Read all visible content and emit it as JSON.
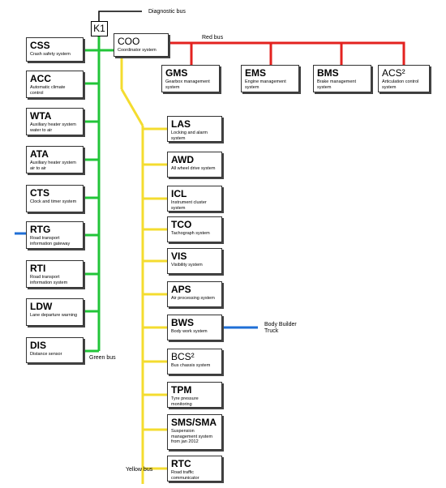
{
  "diagnostic_bus": {
    "label": "Diagnostic bus"
  },
  "gateway": {
    "label": "K1"
  },
  "buses": {
    "red": {
      "label": "Red bus",
      "color": "#e3221f"
    },
    "green": {
      "label": "Green bus",
      "color": "#22c538"
    },
    "yellow": {
      "label": "Yellow bus",
      "color": "#f4dc2f"
    },
    "blue": {
      "color": "#1f6fd6"
    }
  },
  "coordinator": {
    "code": "COO",
    "desc": "Coordinator system"
  },
  "red_units": [
    {
      "code": "GMS",
      "desc": "Gearbox management system"
    },
    {
      "code": "EMS",
      "desc": "Engine management system"
    },
    {
      "code": "BMS",
      "desc": "Brake management system"
    },
    {
      "code": "ACS²",
      "desc": "Articulation control system"
    }
  ],
  "green_units": [
    {
      "code": "CSS",
      "desc": "Crash safety system"
    },
    {
      "code": "ACC",
      "desc": "Automatic climate control"
    },
    {
      "code": "WTA",
      "desc": "Auxiliary heater system water to air"
    },
    {
      "code": "ATA",
      "desc": "Auxiliary heater system air to air"
    },
    {
      "code": "CTS",
      "desc": "Clock and timer system"
    },
    {
      "code": "RTG",
      "desc": "Road transport information gateway"
    },
    {
      "code": "RTI",
      "desc": "Road transport information system"
    },
    {
      "code": "LDW",
      "desc": "Lane departure warning"
    },
    {
      "code": "DIS",
      "desc": "Distance sensor"
    }
  ],
  "yellow_units": [
    {
      "code": "LAS",
      "desc": "Locking and alarm system"
    },
    {
      "code": "AWD",
      "desc": "All wheel drive system"
    },
    {
      "code": "ICL",
      "desc": "Instrument cluster system"
    },
    {
      "code": "TCO",
      "desc": "Tachograph system"
    },
    {
      "code": "VIS",
      "desc": "Visibility system"
    },
    {
      "code": "APS",
      "desc": "Air processing system"
    },
    {
      "code": "BWS",
      "desc": "Body work system"
    },
    {
      "code": "BCS²",
      "desc": "Bus chassis system"
    },
    {
      "code": "TPM",
      "desc": "Tyre pressure monitoring"
    },
    {
      "code": "SMS/SMA",
      "desc": "Suspension management system from jan 2012"
    },
    {
      "code": "RTC",
      "desc": "Road traffic communicator"
    }
  ],
  "body_builder": {
    "line1": "Body Builder",
    "line2": "Truck"
  }
}
